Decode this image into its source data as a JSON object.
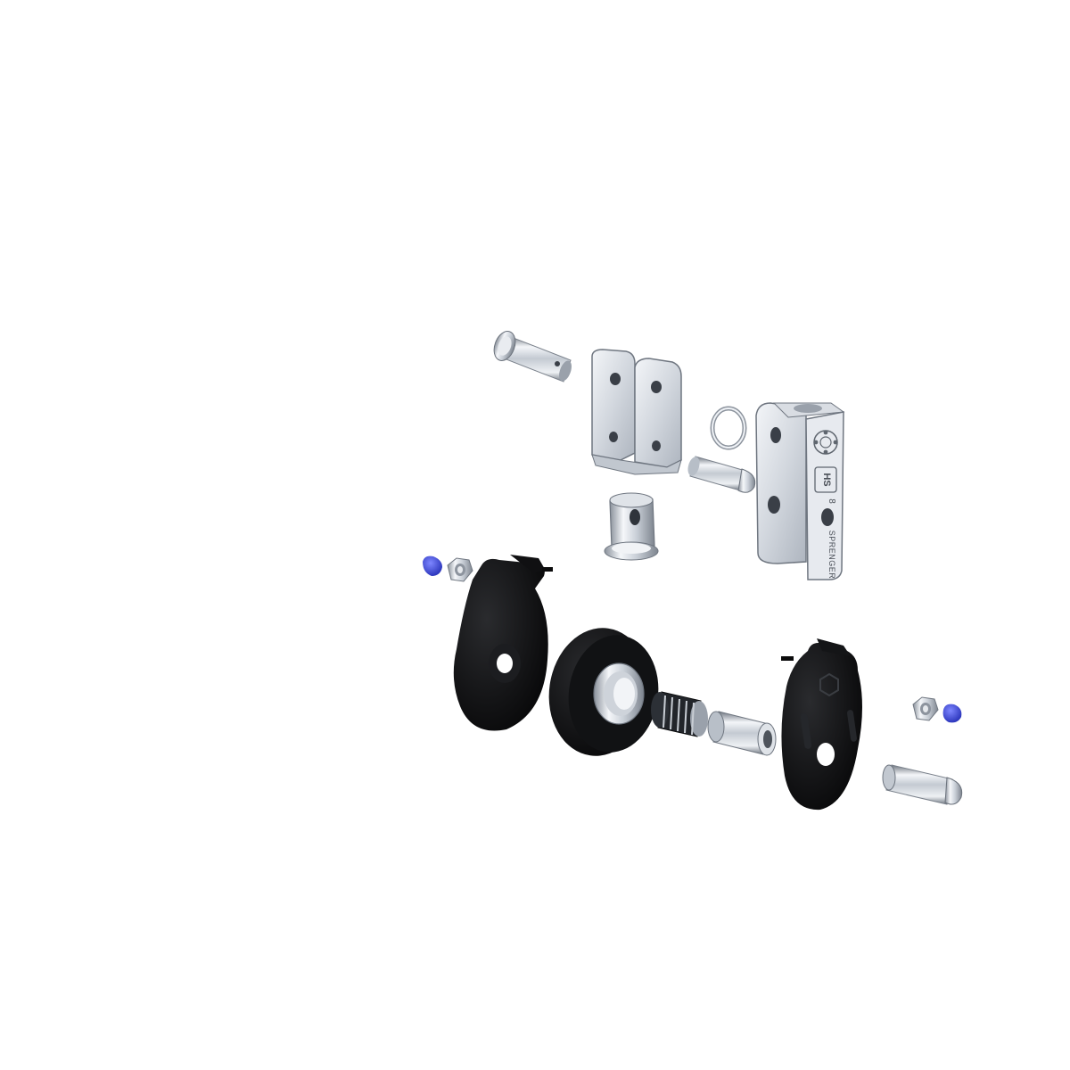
{
  "image": {
    "background": "#ffffff",
    "subject": "exploded-view-pulley-block-assembly"
  },
  "bracket": {
    "brand": "SPRENGER",
    "logo": "HS",
    "size_mark": "8"
  },
  "colors": {
    "black_parts": "#0b0b0c",
    "steel_light": "#eef1f5",
    "steel_mid": "#b9c0c9",
    "steel_dark": "#6d747e",
    "blue_cap": "#3b45d6"
  }
}
